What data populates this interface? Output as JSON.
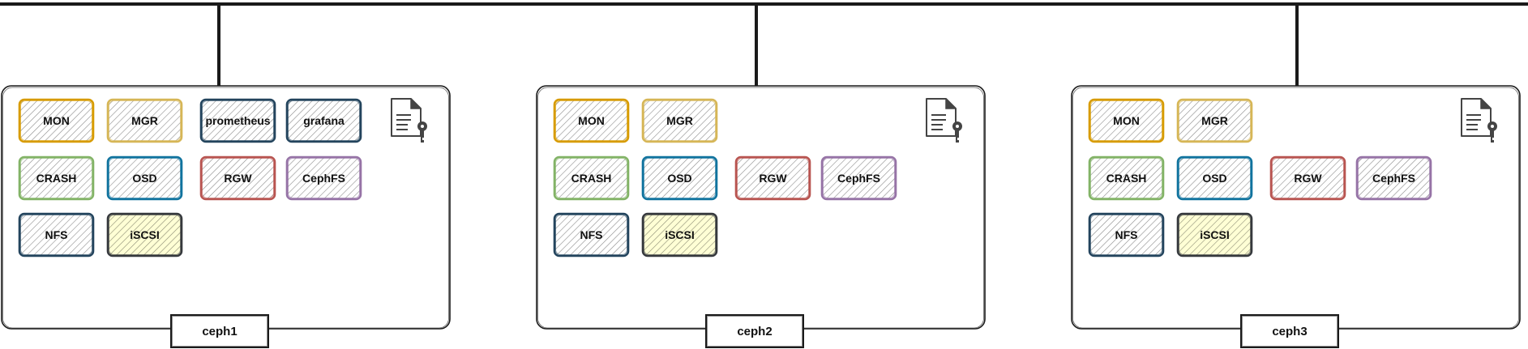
{
  "colors": {
    "line": "#1a1a1a",
    "MON": "#d79b00",
    "MGR": "#d6b656",
    "prometheus": "#23445d",
    "grafana": "#23445d",
    "CRASH": "#82b366",
    "OSD": "#10739e",
    "RGW": "#b85450",
    "CephFS": "#9673a6",
    "NFS": "#23445d",
    "iSCSI": "#36393d",
    "iSCSI_fill": "#ffff88"
  },
  "icons": {
    "host_key": "document-key-icon"
  },
  "hosts": [
    {
      "name": "ceph1",
      "services": [
        [
          "MON",
          "MGR",
          "prometheus",
          "grafana"
        ],
        [
          "CRASH",
          "OSD",
          "RGW",
          "CephFS"
        ],
        [
          "NFS",
          "iSCSI"
        ]
      ]
    },
    {
      "name": "ceph2",
      "services": [
        [
          "MON",
          "MGR"
        ],
        [
          "CRASH",
          "OSD",
          "RGW",
          "CephFS"
        ],
        [
          "NFS",
          "iSCSI"
        ]
      ]
    },
    {
      "name": "ceph3",
      "services": [
        [
          "MON",
          "MGR"
        ],
        [
          "CRASH",
          "OSD",
          "RGW",
          "CephFS"
        ],
        [
          "NFS",
          "iSCSI"
        ]
      ]
    }
  ]
}
